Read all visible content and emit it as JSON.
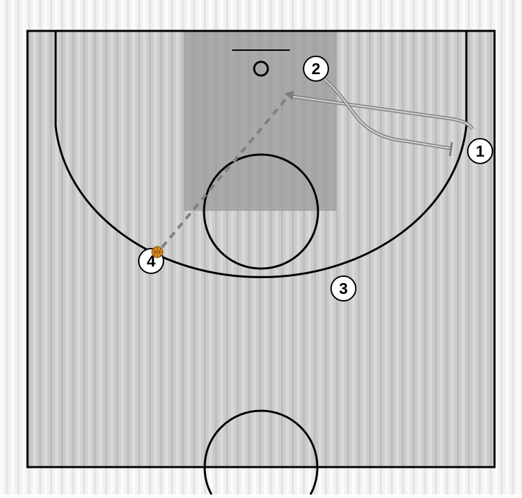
{
  "colors": {
    "court_floor": "#cbcbcb",
    "paint": "#9b9b9b",
    "lines": "#000000",
    "player_fill": "#ffffff",
    "player_stroke": "#000000",
    "movement_path": "#7d7d7d",
    "pass_path": "#808080",
    "ball": "#e8901e"
  },
  "players": [
    {
      "number": "1"
    },
    {
      "number": "2"
    },
    {
      "number": "3"
    },
    {
      "number": "4"
    }
  ],
  "ball": {
    "holder": "4",
    "icon": "basketball-icon"
  },
  "actions": [
    {
      "type": "cut",
      "player": "1"
    },
    {
      "type": "screen",
      "player": "2"
    },
    {
      "type": "pass",
      "from": "4"
    }
  ]
}
